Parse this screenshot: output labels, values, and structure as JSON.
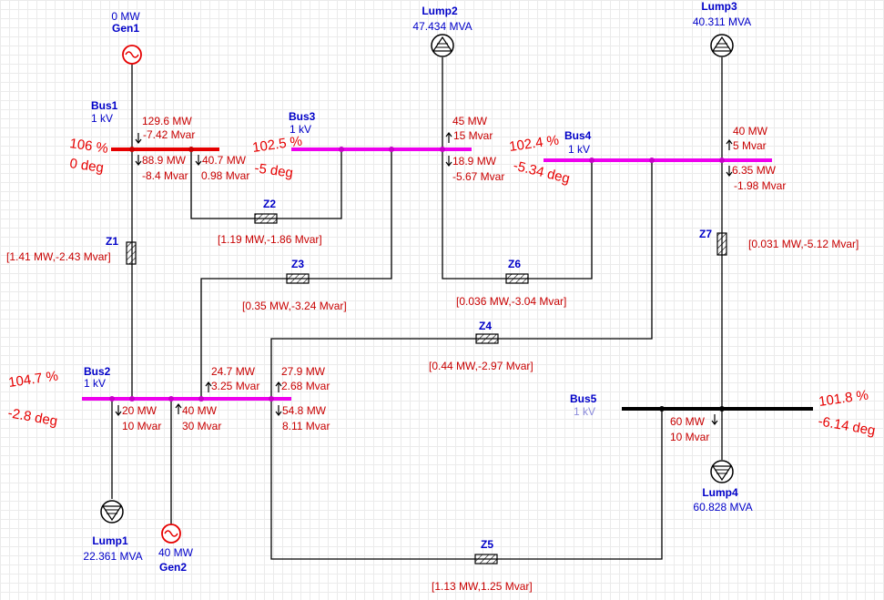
{
  "colors": {
    "bus_magenta": "#ee00ee",
    "bus_red": "#e60000",
    "bus_black": "#000000",
    "gen": "#e60000",
    "text_blue": "#0000c8",
    "text_red": "#c80000"
  },
  "gen1": {
    "power": "0 MW",
    "name": "Gen1",
    "icon": "generator-icon"
  },
  "gen2": {
    "power": "40 MW",
    "name": "Gen2",
    "icon": "generator-icon"
  },
  "lump1": {
    "name": "Lump1",
    "mva": "22.361 MVA",
    "icon": "load-icon"
  },
  "lump2": {
    "name": "Lump2",
    "mva": "47.434 MVA",
    "icon": "load-icon"
  },
  "lump3": {
    "name": "Lump3",
    "mva": "40.311 MVA",
    "icon": "load-icon"
  },
  "lump4": {
    "name": "Lump4",
    "mva": "60.828 MVA",
    "icon": "load-icon"
  },
  "bus1": {
    "name": "Bus1",
    "kv": "1 kV",
    "voltage": "106 %",
    "angle": "0 deg",
    "f1_mw": "129.6 MW",
    "f1_mvar": "-7.42 Mvar",
    "f2_mw": "88.9 MW",
    "f2_mvar": "-8.4 Mvar",
    "f3_mw": "40.7 MW",
    "f3_mvar": "0.98 Mvar"
  },
  "bus2": {
    "name": "Bus2",
    "kv": "1 kV",
    "voltage": "104.7 %",
    "angle": "-2.8 deg",
    "f1_mw": "20 MW",
    "f1_mvar": "10 Mvar",
    "f2_mw": "40 MW",
    "f2_mvar": "30 Mvar",
    "f3_mw": "24.7 MW",
    "f3_mvar": "3.25 Mvar",
    "f4_mw": "27.9 MW",
    "f4_mvar": "2.68 Mvar",
    "f5_mw": "54.8 MW",
    "f5_mvar": "8.11 Mvar"
  },
  "bus3": {
    "name": "Bus3",
    "kv": "1 kV",
    "voltage": "102.5 %",
    "angle": "-5 deg",
    "f1_mw": "45 MW",
    "f1_mvar": "15 Mvar",
    "f2_mw": "18.9 MW",
    "f2_mvar": "-5.67 Mvar"
  },
  "bus4": {
    "name": "Bus4",
    "kv": "1 kV",
    "voltage": "102.4 %",
    "angle": "-5.34 deg",
    "f1_mw": "40 MW",
    "f1_mvar": "5 Mvar",
    "f2_mw": "6.35 MW",
    "f2_mvar": "-1.98 Mvar"
  },
  "bus5": {
    "name": "Bus5",
    "kv": "1 kV",
    "voltage": "101.8 %",
    "angle": "-6.14 deg",
    "f1_mw": "60 MW",
    "f1_mvar": "10 Mvar"
  },
  "impedances": {
    "z1": {
      "name": "Z1",
      "loss": "[1.41 MW,-2.43 Mvar]"
    },
    "z2": {
      "name": "Z2",
      "loss": "[1.19 MW,-1.86 Mvar]"
    },
    "z3": {
      "name": "Z3",
      "loss": "[0.35 MW,-3.24 Mvar]"
    },
    "z4": {
      "name": "Z4",
      "loss": "[0.44 MW,-2.97 Mvar]"
    },
    "z5": {
      "name": "Z5",
      "loss": "[1.13 MW,1.25 Mvar]"
    },
    "z6": {
      "name": "Z6",
      "loss": "[0.036 MW,-3.04 Mvar]"
    },
    "z7": {
      "name": "Z7",
      "loss": "[0.031 MW,-5.12 Mvar]"
    }
  }
}
